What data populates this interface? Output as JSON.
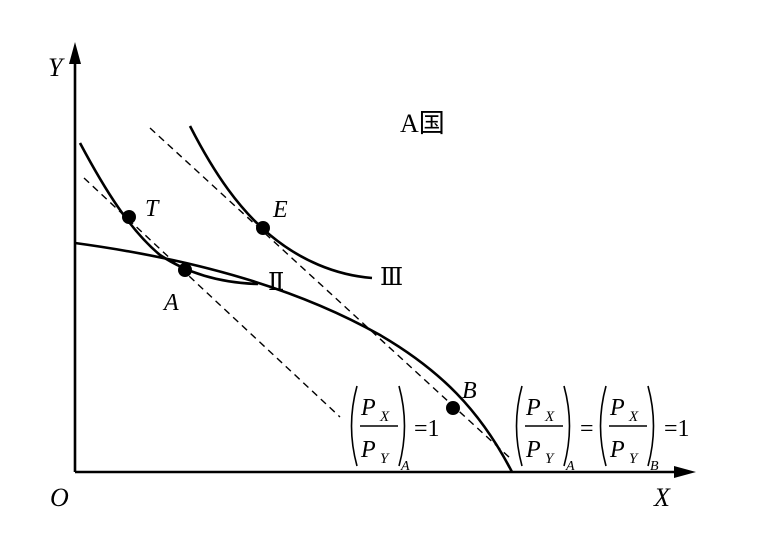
{
  "title": "A国",
  "axes": {
    "y_label": "Y",
    "x_label": "X",
    "origin_label": "O"
  },
  "curves": {
    "indiff_2": "Ⅱ",
    "indiff_3": "Ⅲ"
  },
  "points": {
    "T": "T",
    "E": "E",
    "A": "A",
    "B": "B"
  },
  "formula_left": {
    "num": "P",
    "num_sub": "X",
    "den": "P",
    "den_sub": "Y",
    "outer_sub": "A",
    "equals": "=1"
  },
  "formula_right": {
    "f1": {
      "num": "P",
      "num_sub": "X",
      "den": "P",
      "den_sub": "Y",
      "outer_sub": "A"
    },
    "mid_equals": "=",
    "f2": {
      "num": "P",
      "num_sub": "X",
      "den": "P",
      "den_sub": "Y",
      "outer_sub": "B"
    },
    "equals": "=1"
  }
}
